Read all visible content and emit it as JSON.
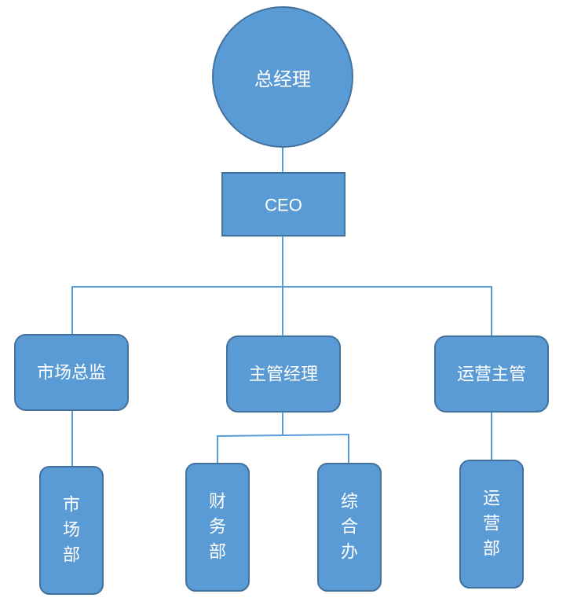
{
  "nodes": {
    "general_manager": "总经理",
    "ceo": "CEO",
    "marketing_director": "市场总监",
    "supervising_manager": "主管经理",
    "operations_supervisor": "运营主管",
    "marketing_dept": [
      "市",
      "场",
      "部"
    ],
    "finance_dept": [
      "财",
      "务",
      "部"
    ],
    "general_office": [
      "综",
      "合",
      "办"
    ],
    "operations_dept": [
      "运",
      "营",
      "部"
    ]
  },
  "colors": {
    "node_fill": "#5b9bd5",
    "node_border": "#41719c",
    "connector": "#5b9bd5",
    "text": "#ffffff"
  }
}
